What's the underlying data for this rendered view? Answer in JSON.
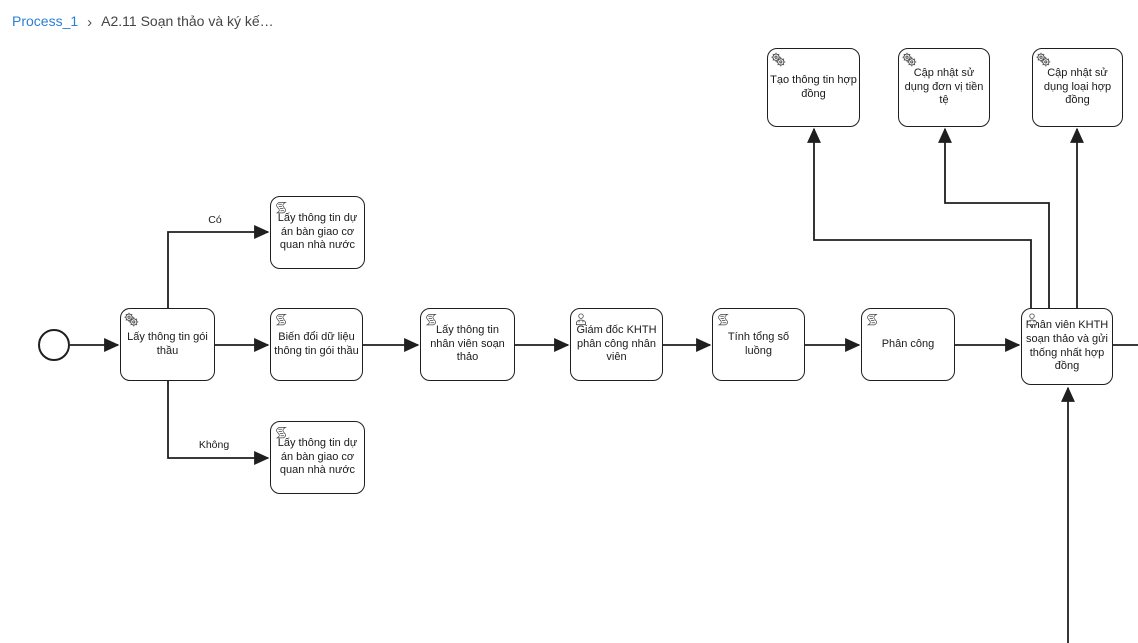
{
  "breadcrumb": {
    "process_link": "Process_1",
    "separator": "›",
    "current_title": "A2.11 Soạn thảo và ký kế…"
  },
  "colors": {
    "link_blue": "#2b7fd4",
    "shape_stroke": "#1f1f1f",
    "shape_fill": "#ffffff",
    "canvas_bg": "#ffffff"
  },
  "nodes": {
    "start_event": {
      "type": "start-event"
    },
    "task_lay_goi_thau": {
      "label": "Lấy thông tin gói thầu",
      "icon": "service-gears-icon"
    },
    "task_du_an_co": {
      "label": "Lấy thông tin dự án bàn giao cơ quan nhà nước",
      "icon": "script-icon"
    },
    "task_du_an_khong": {
      "label": "Lấy thông tin dự án bàn giao cơ quan nhà nước",
      "icon": "script-icon"
    },
    "task_bien_doi": {
      "label": "Biến đổi dữ liệu thông tin gói thầu",
      "icon": "script-icon"
    },
    "task_lay_nhan_vien": {
      "label": "Lấy thông tin nhân viên soạn thảo",
      "icon": "script-icon"
    },
    "task_giam_doc": {
      "label": "Giám đốc KHTH phân công nhân viên",
      "icon": "user-icon"
    },
    "task_tinh_tong": {
      "label": "Tính tổng số luồng",
      "icon": "script-icon"
    },
    "task_phan_cong": {
      "label": "Phân công",
      "icon": "script-icon"
    },
    "task_nhan_vien_khth": {
      "label": "Nhân viên KHTH soạn thảo và gửi thống nhất hợp đồng",
      "icon": "user-icon"
    },
    "task_tao_thong_tin_hd": {
      "label": "Tạo thông tin hợp đồng",
      "icon": "service-gears-icon"
    },
    "task_cap_nhat_tien_te": {
      "label": "Cập nhật sử dụng đơn vị tiền tệ",
      "icon": "service-gears-icon"
    },
    "task_cap_nhat_loai_hd": {
      "label": "Cập nhật sử dụng loại hợp đồng",
      "icon": "service-gears-icon"
    }
  },
  "edge_labels": {
    "yes": "Có",
    "no": "Không"
  }
}
